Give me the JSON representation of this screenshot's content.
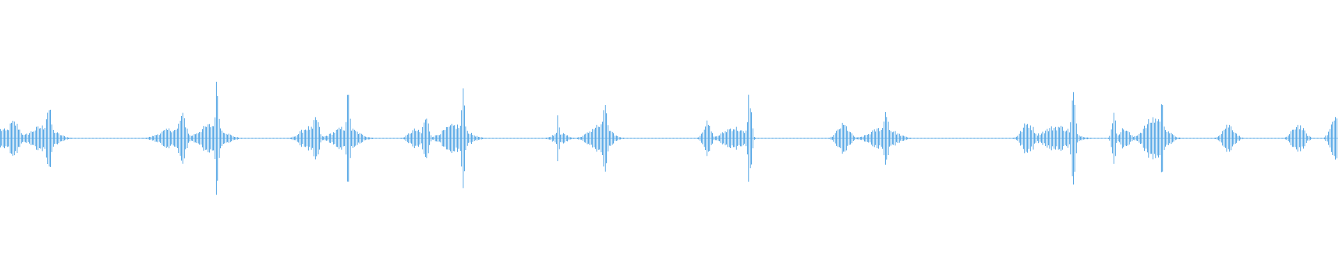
{
  "waveform": {
    "color": "#5aa9e6",
    "baseline_color": "#8cc4ee",
    "events": [
      {
        "time": 0.0,
        "spread": 0.01,
        "amp": 0.17
      },
      {
        "time": 0.01,
        "spread": 0.006,
        "amp": 0.3
      },
      {
        "time": 0.032,
        "spread": 0.012,
        "amp": 0.22
      },
      {
        "time": 0.036,
        "spread": 0.003,
        "amp": 0.58
      },
      {
        "time": 0.128,
        "spread": 0.012,
        "amp": 0.17
      },
      {
        "time": 0.136,
        "spread": 0.004,
        "amp": 0.42
      },
      {
        "time": 0.158,
        "spread": 0.012,
        "amp": 0.25
      },
      {
        "time": 0.162,
        "spread": 0.002,
        "amp": 1.0
      },
      {
        "time": 0.23,
        "spread": 0.008,
        "amp": 0.2
      },
      {
        "time": 0.236,
        "spread": 0.003,
        "amp": 0.38
      },
      {
        "time": 0.258,
        "spread": 0.012,
        "amp": 0.2
      },
      {
        "time": 0.26,
        "spread": 0.002,
        "amp": 0.78
      },
      {
        "time": 0.31,
        "spread": 0.006,
        "amp": 0.16
      },
      {
        "time": 0.318,
        "spread": 0.003,
        "amp": 0.38
      },
      {
        "time": 0.34,
        "spread": 0.012,
        "amp": 0.24
      },
      {
        "time": 0.346,
        "spread": 0.002,
        "amp": 0.82
      },
      {
        "time": 0.418,
        "spread": 0.007,
        "amp": 0.1
      },
      {
        "time": 0.417,
        "spread": 0.001,
        "amp": 0.44
      },
      {
        "time": 0.448,
        "spread": 0.01,
        "amp": 0.24
      },
      {
        "time": 0.452,
        "spread": 0.002,
        "amp": 0.72
      },
      {
        "time": 0.528,
        "spread": 0.004,
        "amp": 0.28
      },
      {
        "time": 0.548,
        "spread": 0.01,
        "amp": 0.2
      },
      {
        "time": 0.56,
        "spread": 0.002,
        "amp": 0.82
      },
      {
        "time": 0.63,
        "spread": 0.006,
        "amp": 0.25
      },
      {
        "time": 0.66,
        "spread": 0.012,
        "amp": 0.2
      },
      {
        "time": 0.662,
        "spread": 0.002,
        "amp": 0.6
      },
      {
        "time": 0.768,
        "spread": 0.006,
        "amp": 0.28
      },
      {
        "time": 0.79,
        "spread": 0.014,
        "amp": 0.22
      },
      {
        "time": 0.802,
        "spread": 0.002,
        "amp": 0.85
      },
      {
        "time": 0.832,
        "spread": 0.002,
        "amp": 0.45
      },
      {
        "time": 0.84,
        "spread": 0.005,
        "amp": 0.18
      },
      {
        "time": 0.863,
        "spread": 0.01,
        "amp": 0.38
      },
      {
        "time": 0.868,
        "spread": 0.002,
        "amp": 0.64
      },
      {
        "time": 0.918,
        "spread": 0.006,
        "amp": 0.25
      },
      {
        "time": 0.97,
        "spread": 0.006,
        "amp": 0.25
      },
      {
        "time": 0.998,
        "spread": 0.005,
        "amp": 0.38
      }
    ]
  }
}
